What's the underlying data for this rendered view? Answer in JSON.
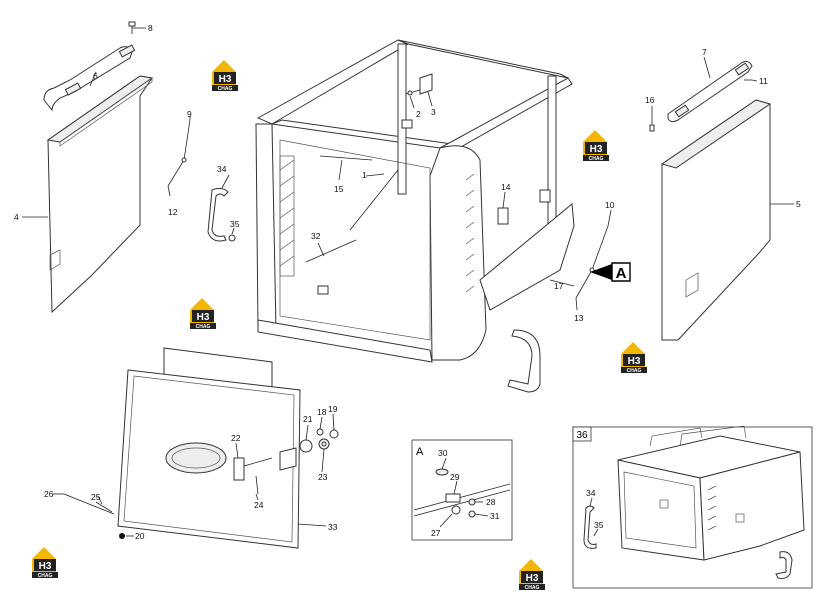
{
  "callouts": [
    {
      "id": "c1",
      "text": "1"
    },
    {
      "id": "c2",
      "text": "2"
    },
    {
      "id": "c3",
      "text": "3"
    },
    {
      "id": "c4",
      "text": "4"
    },
    {
      "id": "c5",
      "text": "5"
    },
    {
      "id": "c6",
      "text": "6"
    },
    {
      "id": "c7",
      "text": "7"
    },
    {
      "id": "c8",
      "text": "8"
    },
    {
      "id": "c9",
      "text": "9"
    },
    {
      "id": "c10",
      "text": "10"
    },
    {
      "id": "c11",
      "text": "11"
    },
    {
      "id": "c12",
      "text": "12"
    },
    {
      "id": "c13",
      "text": "13"
    },
    {
      "id": "c14",
      "text": "14"
    },
    {
      "id": "c15",
      "text": "15"
    },
    {
      "id": "c16",
      "text": "16"
    },
    {
      "id": "c17",
      "text": "17"
    },
    {
      "id": "c18",
      "text": "18"
    },
    {
      "id": "c19",
      "text": "19"
    },
    {
      "id": "c20",
      "text": "20"
    },
    {
      "id": "c21",
      "text": "21"
    },
    {
      "id": "c22",
      "text": "22"
    },
    {
      "id": "c23",
      "text": "23"
    },
    {
      "id": "c24",
      "text": "24"
    },
    {
      "id": "c25",
      "text": "25"
    },
    {
      "id": "c26",
      "text": "26"
    },
    {
      "id": "c27",
      "text": "27"
    },
    {
      "id": "c28",
      "text": "28"
    },
    {
      "id": "c29",
      "text": "29"
    },
    {
      "id": "c30",
      "text": "30"
    },
    {
      "id": "c31",
      "text": "31"
    },
    {
      "id": "c32",
      "text": "32"
    },
    {
      "id": "c33",
      "text": "33"
    },
    {
      "id": "c34",
      "text": "34"
    },
    {
      "id": "c35",
      "text": "35"
    },
    {
      "id": "c34b",
      "text": "34"
    },
    {
      "id": "c35b",
      "text": "35"
    }
  ],
  "detail_a": {
    "label": "A",
    "pointer_label": "A"
  },
  "detail_36": {
    "label": "36"
  },
  "watermark": {
    "line1": "H3",
    "line2": "CHAG",
    "color": "#f2b705",
    "dark": "#222222"
  }
}
